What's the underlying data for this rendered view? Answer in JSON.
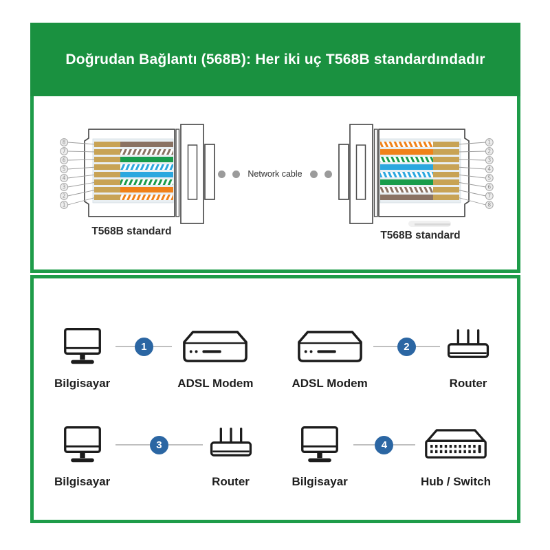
{
  "header": {
    "title": "Doğrudan Bağlantı (568B): Her iki uç T568B standardındadır"
  },
  "colors": {
    "banner_green": "#1a9140",
    "border_green": "#1e9c49",
    "badge_blue": "#2b66a3",
    "line_gray": "#bfbfbf",
    "dot_gray": "#9b9b9b",
    "outline_gray": "#4d4d4d",
    "wire_area_bg": "#e9eff3",
    "wire": {
      "gold": "#c8a355",
      "orange": "#f08119",
      "green": "#189c4b",
      "blue": "#2ba7df",
      "brown": "#8a7263"
    }
  },
  "cable_section": {
    "network_cable_label": "Network cable",
    "left_connector": {
      "label": "T568B standard",
      "pins": [
        "8",
        "7",
        "6",
        "5",
        "4",
        "3",
        "2",
        "1"
      ],
      "wires": [
        "brown",
        "white-brown",
        "green",
        "white-blue",
        "blue",
        "white-green",
        "orange",
        "white-orange"
      ]
    },
    "right_connector": {
      "label": "T568B standard",
      "pins": [
        "1",
        "2",
        "3",
        "4",
        "5",
        "6",
        "7",
        "8"
      ],
      "wires": [
        "white-orange",
        "orange",
        "white-green",
        "blue",
        "white-blue",
        "green",
        "white-brown",
        "brown"
      ]
    }
  },
  "connections": [
    {
      "number": "1",
      "left": {
        "icon": "computer",
        "label": "Bilgisayar"
      },
      "right": {
        "icon": "adsl-modem",
        "label": "ADSL Modem"
      }
    },
    {
      "number": "2",
      "left": {
        "icon": "adsl-modem",
        "label": "ADSL Modem"
      },
      "right": {
        "icon": "router",
        "label": "Router"
      }
    },
    {
      "number": "3",
      "left": {
        "icon": "computer",
        "label": "Bilgisayar"
      },
      "right": {
        "icon": "router",
        "label": "Router"
      }
    },
    {
      "number": "4",
      "left": {
        "icon": "computer",
        "label": "Bilgisayar"
      },
      "right": {
        "icon": "hub-switch",
        "label": "Hub / Switch"
      }
    }
  ]
}
